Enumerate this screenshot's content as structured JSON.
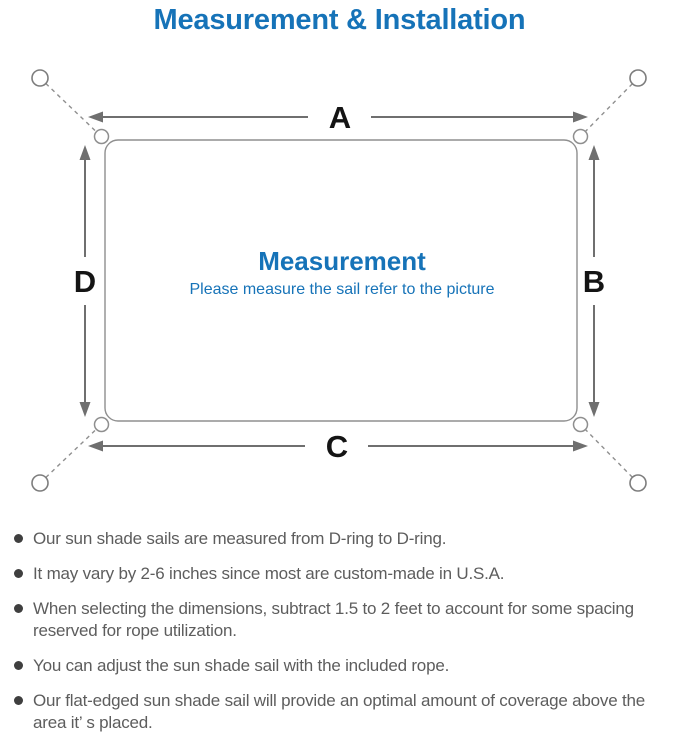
{
  "title": "Measurement & Installation",
  "diagram": {
    "labels": {
      "top": "A",
      "right": "B",
      "bottom": "C",
      "left": "D"
    },
    "center_title": "Measurement",
    "center_subtitle": "Please measure the sail refer to the picture"
  },
  "colors": {
    "accent_blue": "#1673b8",
    "arrow_gray": "#6f6f6f",
    "outline_gray": "#8f8f8f",
    "label_black": "#141414",
    "text_gray": "#5d5d5d",
    "bullet_dot": "#3f3f3f"
  },
  "notes": [
    "Our sun shade sails are measured from D-ring to D-ring.",
    "It may vary by 2-6 inches since most are custom-made in U.S.A.",
    "When selecting the dimensions, subtract 1.5 to 2 feet to account for some spacing reserved for rope utilization.",
    "You can adjust the sun shade sail with the included rope.",
    "Our flat-edged sun shade sail will provide an optimal amount of coverage above the area it’ s placed."
  ]
}
